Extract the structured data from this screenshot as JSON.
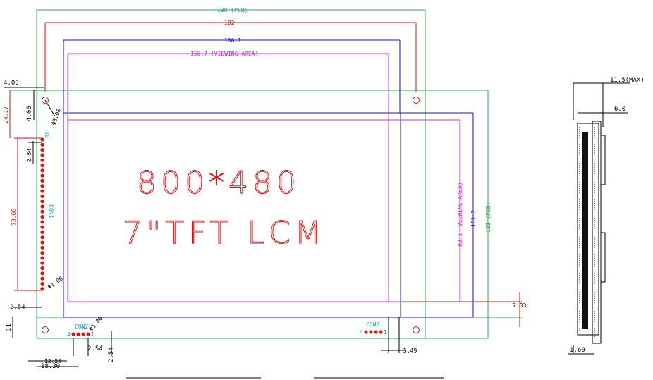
{
  "colors": {
    "pcb": "#22b14c",
    "inner": "#dd1111",
    "module": "#1111cc",
    "view": "#dd22dd",
    "dim": "#000000",
    "label": "#00aaaa"
  },
  "title": {
    "line1": "800*480",
    "line2": "7\"TFT LCM"
  },
  "dims": {
    "pcb_w": "190 (PCB)",
    "inner_w": "182",
    "module_w": "166.1",
    "view_w": "156.7 (VIEWING AREA)",
    "pcb_h": "122 (PCB)",
    "module_h": "101.2",
    "view_h": "89.1 (VIEWING AREA)",
    "d400a": "4.00",
    "d400b": "4.00",
    "d2417": "24.17",
    "d254a": "2.54",
    "d7366": "73.66",
    "d254b": "2.54",
    "d11": "11",
    "d1255": "12.55",
    "d1830": "18.30",
    "d254c": "2.54",
    "d254d": "2.54",
    "d733": "7.33",
    "d549": "5.49",
    "hole": "Φ3.00",
    "pin1": "Φ1.00",
    "pin2": "Φ1.00",
    "side_max": "11.5(MAX)",
    "side_6": "6.0",
    "side_160": "1.60"
  },
  "connectors": {
    "con1": "CON1",
    "con1_pin30": "30",
    "con2": "CON2",
    "con2_pin4": "4",
    "con2_pin1": "1",
    "con3": "CON3",
    "con3_pin4": "4",
    "con3_pin1": "1"
  }
}
